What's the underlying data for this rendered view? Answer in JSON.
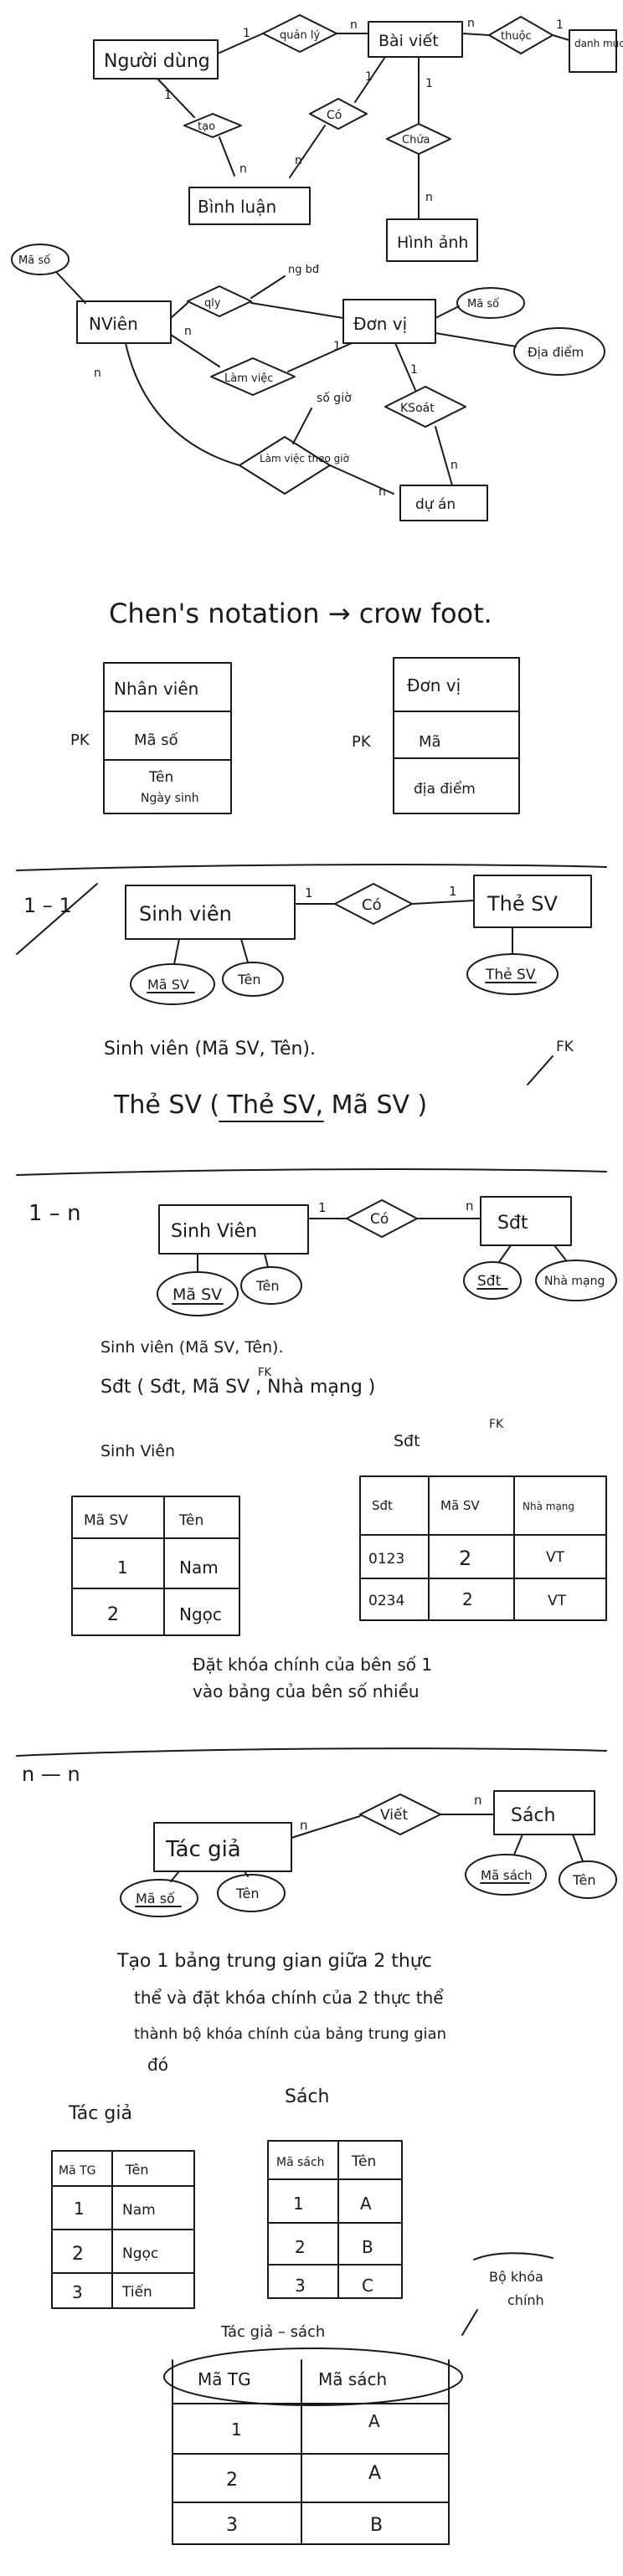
{
  "section_er": {
    "nguoi_dung": "Người dùng",
    "bai_viet": "Bài viết",
    "thuoc": "thuộc",
    "danh_muc": "danh mục",
    "quan_ly": "quản lý",
    "tao": "tạo",
    "co": "Có",
    "chua": "Chứa",
    "binh_luan": "Bình luận",
    "hinh_anh": "Hình ảnh",
    "nvien": "NViên",
    "ma_so": "Mã số",
    "quan_ly2": "qly",
    "ngay_bat_dau": "ng bđ",
    "don_vi": "Đơn vị",
    "ma_so2": "Mã số",
    "dia_diem": "Địa điểm",
    "lam_viec": "Làm việc",
    "so_gio": "số giờ",
    "lam_viec_theo_gio": "Làm việc theo giờ",
    "kiem_soat": "KSoát",
    "du_an": "dự án",
    "card_1": "1",
    "card_n": "n"
  },
  "notation": {
    "title": "Chen's notation → crow foot.",
    "table1": {
      "header": "Nhân viên",
      "pk": "PK",
      "row1": "Mã số",
      "row2a": "Tên",
      "row2b": "Ngày sinh"
    },
    "table2": {
      "header": "Đơn vị",
      "pk": "PK",
      "row1": "Mã",
      "row2": "địa điểm"
    }
  },
  "one_to_one": {
    "label": "1 – 1",
    "entity1": "Sinh viên",
    "relation": "Có",
    "entity2": "Thẻ SV",
    "attr1": "Mã SV",
    "attr2": "Tên",
    "attr3": "Thẻ SV",
    "schema1": "Sinh viên (Mã SV, Tên).",
    "schema2": "Thẻ SV ( Thẻ SV, Mã SV )",
    "fk": "FK"
  },
  "one_to_many": {
    "label": "1 – n",
    "entity1": "Sinh Viên",
    "relation": "Có",
    "entity2": "Sđt",
    "attr1": "Mã SV",
    "attr2": "Tên",
    "attr3": "Sđt",
    "attr4": "Nhà mạng",
    "schema1": "Sinh viên (Mã SV, Tên).",
    "schema2": "Sđt ( Sđt, Mã SV , Nhà mạng )",
    "fk": "FK",
    "table_sv": {
      "title": "Sinh Viên",
      "headers": [
        "Mã SV",
        "Tên"
      ],
      "rows": [
        [
          "1",
          "Nam"
        ],
        [
          "2",
          "Ngọc"
        ]
      ]
    },
    "table_sdt": {
      "title": "Sđt",
      "fk": "FK",
      "headers": [
        "Sđt",
        "Mã SV",
        "Nhà mạng"
      ],
      "rows": [
        [
          "0123",
          "2",
          "VT"
        ],
        [
          "0234",
          "2",
          "VT"
        ]
      ]
    },
    "note1": "Đặt khóa chính của bên số 1",
    "note2": "vào bảng của bên số nhiều"
  },
  "many_to_many": {
    "label": "n — n",
    "entity1": "Tác giả",
    "relation": "Viết",
    "entity2": "Sách",
    "attr1": "Mã số",
    "attr2": "Tên",
    "attr3": "Mã sách",
    "attr4": "Tên",
    "note1": "Tạo 1 bảng trung gian giữa 2 thực",
    "note2": "thể và đặt khóa chính của 2 thực thể",
    "note3": "thành bộ khóa chính của bảng trung gian",
    "note4": "đó",
    "table_tg": {
      "title": "Tác giả",
      "headers": [
        "Mã TG",
        "Tên"
      ],
      "rows": [
        [
          "1",
          "Nam"
        ],
        [
          "2",
          "Ngọc"
        ],
        [
          "3",
          "Tiến"
        ]
      ]
    },
    "table_sach": {
      "title": "Sách",
      "headers": [
        "Mã sách",
        "Tên"
      ],
      "rows": [
        [
          "1",
          "A"
        ],
        [
          "2",
          "B"
        ],
        [
          "3",
          "C"
        ]
      ]
    },
    "table_join": {
      "title": "Tác giả – sách",
      "headers": [
        "Mã TG",
        "Mã sách"
      ],
      "rows": [
        [
          "1",
          "A"
        ],
        [
          "2",
          "A"
        ],
        [
          "3",
          "B"
        ]
      ]
    },
    "pk_note1": "Bộ khóa",
    "pk_note2": "chính"
  }
}
